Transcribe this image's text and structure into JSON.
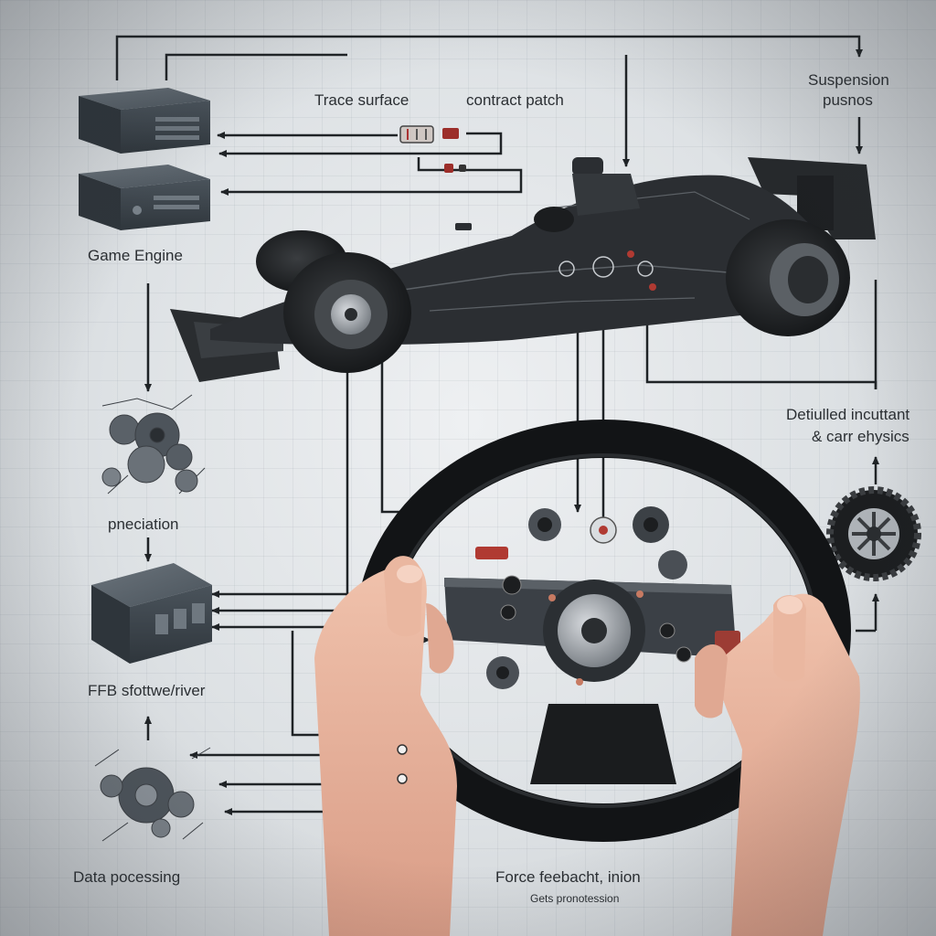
{
  "labels": {
    "trace_surface": "Trace surface",
    "contact_patch": "contract patch",
    "suspension_line1": "Suspension",
    "suspension_line2": "pusnos",
    "game_engine": "Game Engine",
    "detailed_line1": "Detiulled incuttant",
    "detailed_line2": "& carr ehysics",
    "precision": "pneciation",
    "ffb_software": "FFB sfottwe/river",
    "data_processing": "Data pocessing",
    "force_feedback": "Force feebacht, inion",
    "force_feedback_sub": "Gets pronotession"
  },
  "colors": {
    "background": "#e2e5e8",
    "line": "#1f2326",
    "module": "#3e474f",
    "car_body": "#2b2e32",
    "wheel_rim": "#16181a",
    "skin": "#e6b09a",
    "accent_red": "#b03a32"
  },
  "icons": [
    "server-module-icon",
    "gear-cluster-icon",
    "formula-car-illustration",
    "steering-wheel-illustration",
    "tire-icon",
    "hand-illustration"
  ]
}
